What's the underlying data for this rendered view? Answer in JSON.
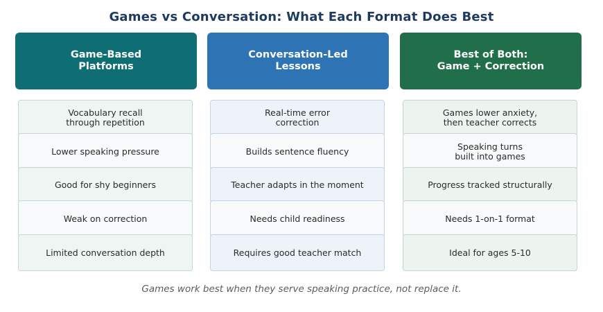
{
  "title": "Games vs Conversation: What Each Format Does Best",
  "footer": "Games work best when they serve speaking practice, not replace it.",
  "colors": {
    "title": "#1f3a5f",
    "header_teal": "#0f6e73",
    "header_blue": "#2e74b5",
    "header_green": "#216e4a"
  },
  "columns": [
    {
      "header": "Game-Based\nPlatforms",
      "color": "#0f6e73",
      "items": [
        "Vocabulary recall\nthrough repetition",
        "Lower speaking pressure",
        "Good for shy beginners",
        "Weak on correction",
        "Limited conversation depth"
      ]
    },
    {
      "header": "Conversation-Led\nLessons",
      "color": "#2e74b5",
      "items": [
        "Real-time error\ncorrection",
        "Builds sentence fluency",
        "Teacher adapts in the moment",
        "Needs child readiness",
        "Requires good teacher match"
      ]
    },
    {
      "header": "Best of Both:\nGame + Correction",
      "color": "#216e4a",
      "items": [
        "Games lower anxiety,\nthen teacher corrects",
        "Speaking turns\nbuilt into games",
        "Progress tracked structurally",
        "Needs 1-on-1 format",
        "Ideal for ages 5-10"
      ]
    }
  ]
}
